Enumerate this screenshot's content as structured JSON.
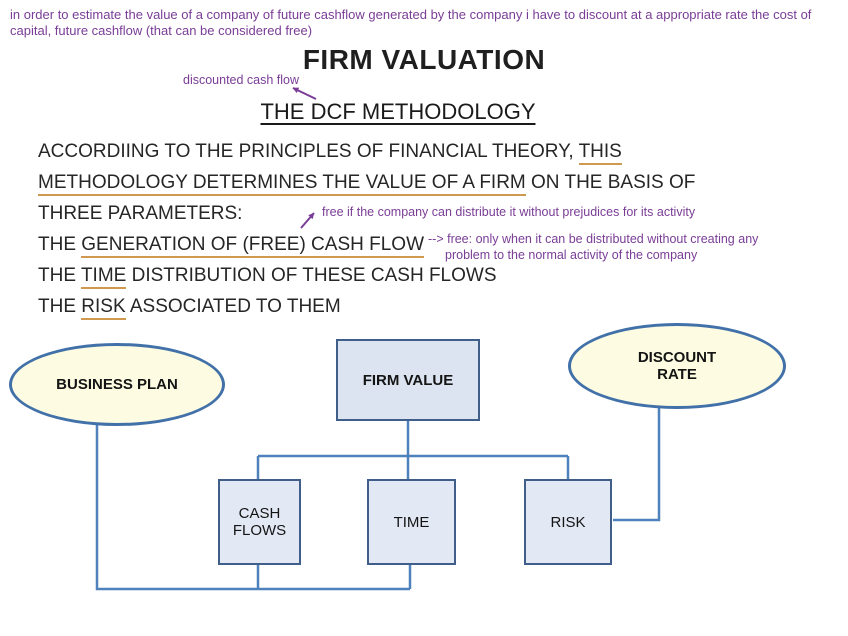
{
  "colors": {
    "annotation_purple": "#7a3d96",
    "body_text": "#262626",
    "orange_underline": "#cf9950",
    "connector_blue": "#4f81bd",
    "ellipse_fill": "#fdfce2",
    "ellipse_border": "#4171a8",
    "box_fill": "#e2e8f4",
    "box_border": "#3f5e8a"
  },
  "notes": {
    "top": "in order to estimate the value of a company of future cashflow generated by the company i have to discount at a appropriate rate the cost of capital, future cashflow (that can be considered free)",
    "dcf": "discounted cash flow",
    "free1": "free if the company can distribute it without prejudices for its activity",
    "free2_line1": "--> free: only when it can be distributed without creating any",
    "free2_line2": "problem to the normal activity of the company"
  },
  "slide": {
    "title": "FIRM VALUATION",
    "subtitle": "THE DCF METHODOLOGY",
    "body": {
      "l1a": "ACCORDIING TO THE PRINCIPLES OF FINANCIAL THEORY, ",
      "l1b": "THIS",
      "l2a": "METHODOLOGY DETERMINES THE VALUE OF A FIRM",
      "l2b": " ON THE BASIS OF",
      "l3": "THREE PARAMETERS:",
      "l4a": "THE ",
      "l4b": "GENERATION OF (FREE) CASH FLOW",
      "l5a": "THE ",
      "l5b": "TIME",
      "l5c": " DISTRIBUTION OF THESE CASH FLOWS",
      "l6a": "THE ",
      "l6b": "RISK",
      "l6c": " ASSOCIATED TO THEM"
    }
  },
  "diagram": {
    "business_plan": "BUSINESS PLAN",
    "firm_value": "FIRM VALUE",
    "discount_rate": "DISCOUNT RATE",
    "cash_flows": "CASH FLOWS",
    "time": "TIME",
    "risk": "RISK"
  }
}
